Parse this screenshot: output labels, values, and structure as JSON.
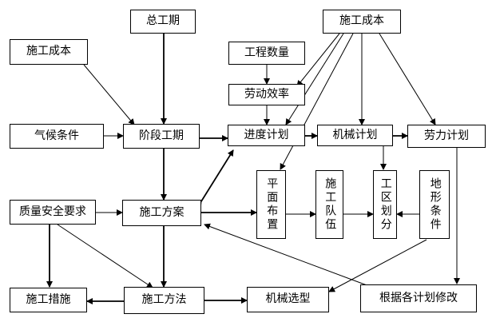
{
  "nodes": {
    "zonggongqi": "总工期",
    "shigongchengben_top": "施工成本",
    "shigongchengben_left": "施工成本",
    "gongchengshuliang": "工程数量",
    "laodongxiaolv": "劳动效率",
    "qihoutiaojian": "气候条件",
    "jieduangongqi": "阶段工期",
    "jindujihua": "进度计划",
    "jixiejihua": "机械计划",
    "laolijihua": "劳力计划",
    "pingmianbuzhi": "平面布置",
    "shigongduiwu": "施工队伍",
    "gongquhuafen": "工区划分",
    "dixingtiaojian": "地形条件",
    "zhiliangyaoqiu": "质量安全要求",
    "shigongfangan": "施工方案",
    "shigongcuoshi": "施工措施",
    "shigongfangfa": "施工方法",
    "jixiexuanxing": "机械选型",
    "xiugai": "根据各计划修改"
  }
}
